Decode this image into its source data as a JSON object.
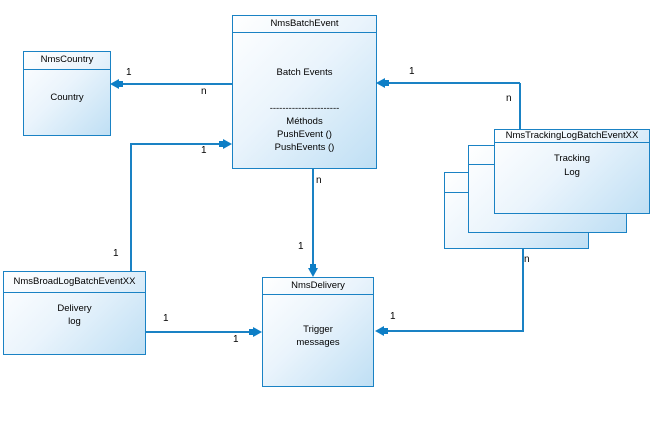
{
  "classes": {
    "batch_event": {
      "title": "NmsBatchEvent",
      "attribute": "Batch Events",
      "separator": "----------------------",
      "methods_header": "Méthods",
      "method1": "PushEvent ()",
      "method2": "PushEvents ()"
    },
    "country": {
      "title": "NmsCountry",
      "attribute": "Country"
    },
    "tracking": {
      "title": "NmsTrackingLogBatchEventXX",
      "line1": "Tracking",
      "line2": "Log"
    },
    "broad_log": {
      "title": "NmsBroadLogBatchEventXX",
      "line1": "Delivery",
      "line2": "log"
    },
    "delivery": {
      "title": "NmsDelivery",
      "line1": "Trigger",
      "line2": "messages"
    }
  },
  "multiplicities": {
    "batch_country_head": "1",
    "batch_country_tail": "n",
    "tracking_batch_head": "1",
    "tracking_batch_tail": "n",
    "batch_delivery_tail": "n",
    "batch_delivery_head": "1",
    "broadlog_batch_head": "1",
    "broadlog_batch_tail": "1",
    "broadlog_delivery_tail": "1",
    "broadlog_delivery_head": "1",
    "tracking_delivery_tail": "n",
    "tracking_delivery_head": "1"
  },
  "colors": {
    "line": "#1a82c4",
    "arrowhead": "#0d7ec6",
    "box_border": "#1a82c4",
    "box_gradient_start": "#ffffff",
    "box_gradient_end": "#bfdff4",
    "text": "#000000"
  }
}
